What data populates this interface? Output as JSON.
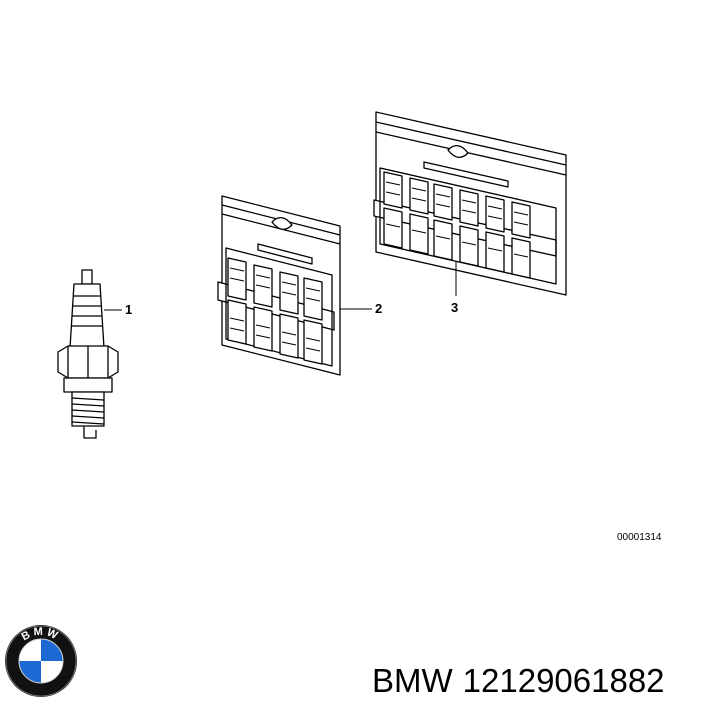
{
  "diagram": {
    "callouts": [
      {
        "id": "1",
        "part": "single spark plug"
      },
      {
        "id": "2",
        "part": "spark plug set of 4 (blister card)"
      },
      {
        "id": "3",
        "part": "spark plug set of 6 (blister card)"
      }
    ],
    "drawing_number": "00001314"
  },
  "footer": {
    "brand": "BMW",
    "part_number": "12129061882",
    "logo_letters": "BMW"
  },
  "colors": {
    "line": "#000000",
    "logo_blue": "#1c69d4",
    "logo_ring": "#111111",
    "background": "#ffffff"
  },
  "icons": [
    "spark-plug-icon",
    "blister-pack-icon",
    "bmw-roundel-logo"
  ]
}
